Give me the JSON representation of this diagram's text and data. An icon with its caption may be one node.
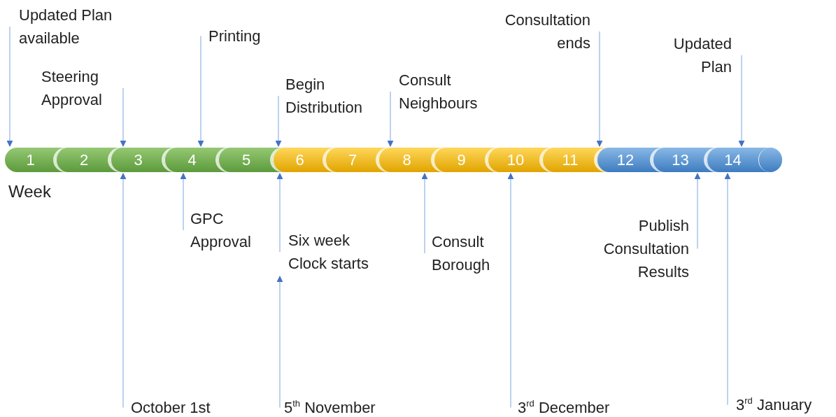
{
  "diagram": {
    "nodes": [
      {
        "text": [
          "Updated Plan available"
        ]
      },
      {
        "text": [
          "Steering Approval"
        ]
      },
      {
        "text": [
          "Printing"
        ]
      },
      {
        "text": [
          "Begin Distribution"
        ]
      },
      {
        "text": [
          "Consult Neighbours"
        ]
      },
      {
        "text": [
          "Consultation ends"
        ]
      },
      {
        "text": [
          "Updated Plan"
        ]
      },
      {
        "text": [
          "1"
        ]
      },
      {
        "text": [
          "2"
        ]
      },
      {
        "text": [
          "3"
        ]
      },
      {
        "text": [
          "4"
        ]
      },
      {
        "text": [
          "5"
        ]
      },
      {
        "text": [
          "6"
        ]
      },
      {
        "text": [
          "7"
        ]
      },
      {
        "text": [
          "8"
        ]
      },
      {
        "text": [
          "9"
        ]
      },
      {
        "text": [
          "10"
        ]
      },
      {
        "text": [
          "11"
        ]
      },
      {
        "text": [
          "12"
        ]
      },
      {
        "text": [
          "13"
        ]
      },
      {
        "text": [
          "14"
        ]
      },
      {
        "text": [
          "GPC Approval"
        ]
      },
      {
        "text": [
          "Six week Clock starts"
        ]
      },
      {
        "text": [
          "Consult Borough"
        ]
      },
      {
        "text": [
          "Publish Consultation Results"
        ]
      },
      {
        "text": [
          "October 1st"
        ]
      },
      {
        "text": [
          "5$^{th}$ November"
        ]
      },
      {
        "text": [
          "3$^{rd}$ December"
        ]
      },
      {
        "text": [
          "3$^{rd}$ January"
        ]
      }
    ],
    "edges": [
      {
        "from": 0,
        "to": 7,
        "arrow": "to"
      },
      {
        "from": 1,
        "to": 9,
        "arrow": "to"
      },
      {
        "from": 2,
        "to": 10,
        "arrow": "to"
      },
      {
        "from": 3,
        "to": 12,
        "arrow": "to"
      },
      {
        "from": 4,
        "to": 14,
        "arrow": "to"
      },
      {
        "from": 5,
        "to": 18,
        "arrow": "to"
      },
      {
        "from": 6,
        "to": 20,
        "arrow": "to"
      },
      {
        "from": 25,
        "to": 9,
        "arrow": "to"
      },
      {
        "from": 21,
        "to": 10,
        "arrow": "to"
      },
      {
        "from": 22,
        "to": 12,
        "arrow": "to"
      },
      {
        "from": 26,
        "to": 22,
        "arrow": "to"
      },
      {
        "from": 23,
        "to": 14,
        "arrow": "to"
      },
      {
        "from": 27,
        "to": 16,
        "arrow": "to"
      },
      {
        "from": 24,
        "to": 19,
        "arrow": "to"
      },
      {
        "from": 28,
        "to": 20,
        "arrow": "to"
      }
    ],
    "labels": [
      "Week"
    ]
  }
}
